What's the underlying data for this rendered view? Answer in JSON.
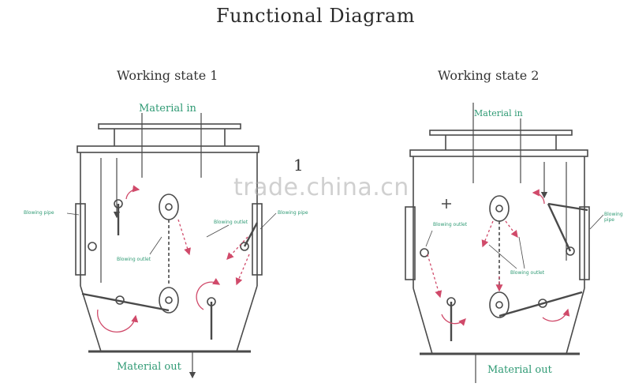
{
  "title": "Functional Diagram",
  "watermark": "trade.china.cn",
  "state1": {
    "label": "Working state 1",
    "material_in": "Material in",
    "material_out": "Material out",
    "blowing_pipe_left": "Blowing pipe",
    "blowing_pipe_right": "Blowing pipe",
    "blowing_outlet_a": "Blowing outlet",
    "blowing_outlet_b": "Blowing outlet",
    "stray_mark": "1"
  },
  "state2": {
    "label": "Working state 2",
    "material_in": "Material in",
    "material_out": "Material out",
    "blowing_pipe_right": "Blowing pipe",
    "blowing_outlet_a": "Blowing outlet",
    "blowing_outlet_b": "Blowing outlet"
  },
  "colors": {
    "line": "#4a4a4a",
    "label_green": "#2f9a74",
    "flow_arrow": "#d04a6a"
  }
}
